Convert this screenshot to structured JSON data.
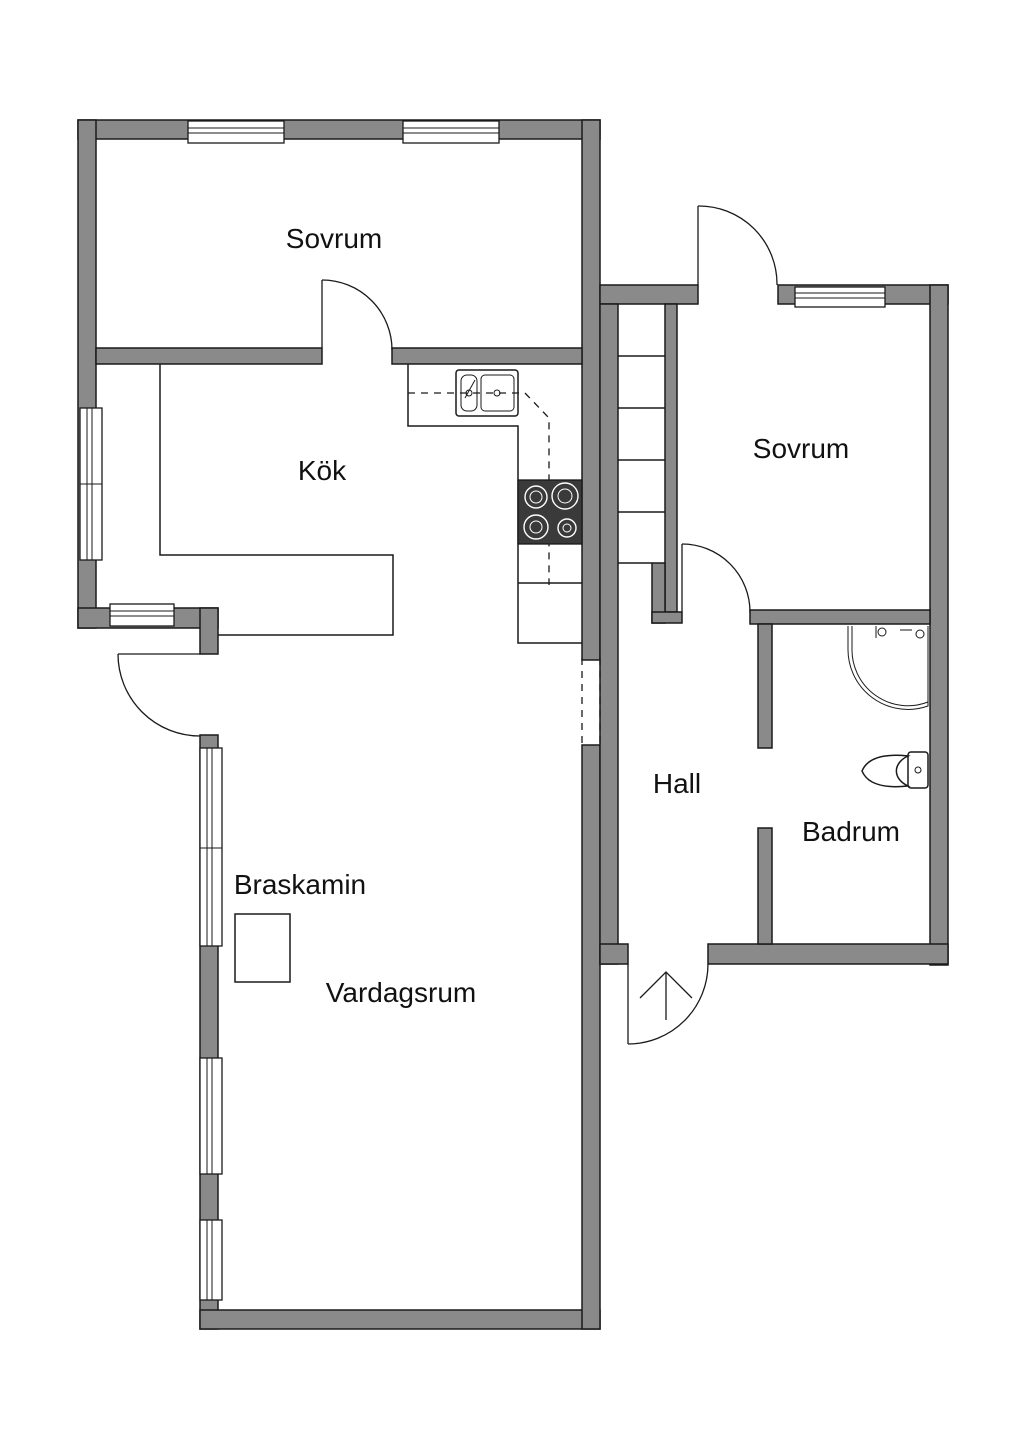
{
  "rooms": {
    "sovrum_top": "Sovrum",
    "kok": "Kök",
    "sovrum_right": "Sovrum",
    "hall": "Hall",
    "badrum": "Badrum",
    "braskamin": "Braskamin",
    "vardagsrum": "Vardagsrum"
  },
  "colors": {
    "wall": "#8a8a8a",
    "stove": "#3a3a3a",
    "line": "#1a1a1a"
  }
}
